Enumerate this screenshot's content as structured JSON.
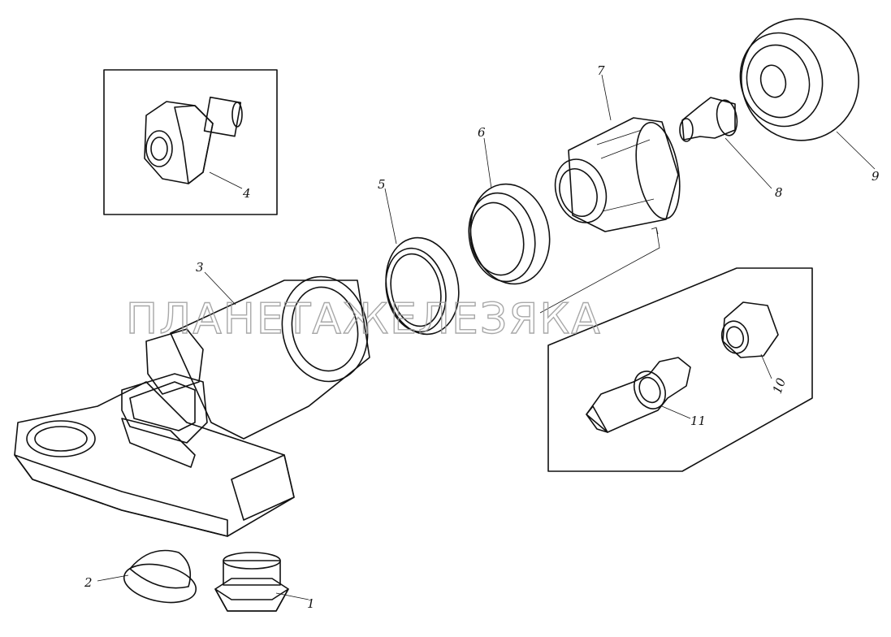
{
  "watermark": "ПЛАНЕТАЖЕЛЕЗЯКА",
  "callouts": [
    {
      "id": "1",
      "text": "1"
    },
    {
      "id": "2",
      "text": "2"
    },
    {
      "id": "3",
      "text": "3"
    },
    {
      "id": "4",
      "text": "4"
    },
    {
      "id": "5",
      "text": "5"
    },
    {
      "id": "6",
      "text": "6"
    },
    {
      "id": "7",
      "text": "7"
    },
    {
      "id": "8",
      "text": "8"
    },
    {
      "id": "9",
      "text": "9"
    },
    {
      "id": "10",
      "text": "10"
    },
    {
      "id": "11",
      "text": "11"
    }
  ],
  "colors": {
    "ink": "#111111",
    "paper": "#ffffff",
    "watermark": "#9a9a9a"
  }
}
